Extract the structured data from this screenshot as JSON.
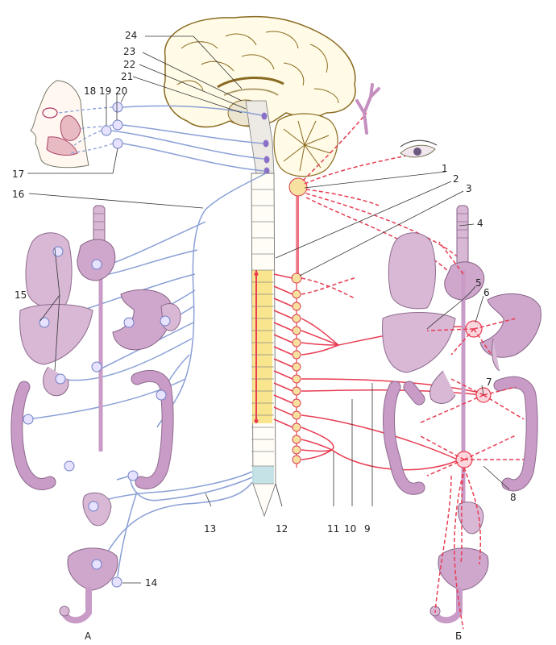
{
  "panels": {
    "left": "А",
    "right": "Б"
  },
  "labels": [
    "1",
    "2",
    "3",
    "4",
    "5",
    "6",
    "7",
    "8",
    "9",
    "10",
    "11",
    "12",
    "13",
    "14",
    "15",
    "16",
    "17",
    "18",
    "19",
    "20",
    "21",
    "22",
    "23",
    "24"
  ],
  "colors": {
    "parasympathetic": "#8aa0d6",
    "sympathetic": "#e83c52",
    "thoracolumbar_segment": "#f8e07a",
    "sacral_segment": "#bfe0e6",
    "organ": "#d9b8d6",
    "brain": "#fffbe6"
  },
  "icons": [
    "brain",
    "cerebellum",
    "spinal-cord",
    "face-profile",
    "eye",
    "vessel",
    "lung",
    "heart",
    "liver",
    "stomach",
    "intestine",
    "bladder",
    "ganglion"
  ]
}
